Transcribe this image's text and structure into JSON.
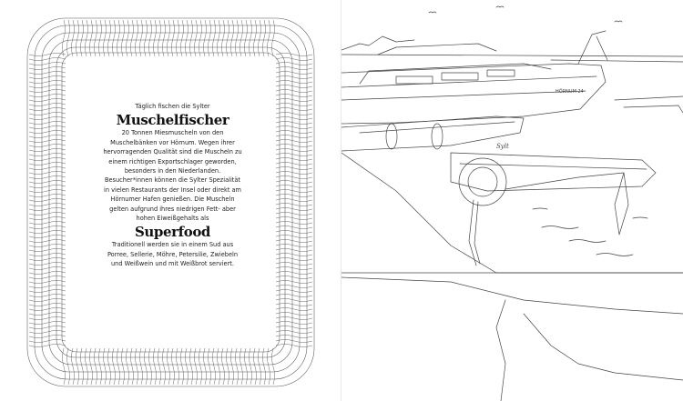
{
  "left_page": {
    "intro": "Täglich fischen die Sylter",
    "heading": "Muschelfischer",
    "paragraph_1": "20 Tonnen Miesmuscheln von den Muschelbänken vor Hörnum. Wegen ihrer hervorragenden Qualität sind die Muscheln zu einem richtigen Exportschlager geworden, besonders in den Niederlanden. Besucher*innen können die Sylter Spezialität in vielen Restaurants der Insel oder direkt am Hörnumer Hafen genießen. Die Muscheln gelten aufgrund ihres niedrigen Fett- aber hohen Eiweißgehalts als",
    "sub_heading": "Superfood",
    "paragraph_2": "Traditionell werden sie in einem Sud aus Porree, Sellerie, Möhre, Petersilie, Zwiebeln und Weißwein und mit Weißbrot serviert.",
    "frame_icon": "rope-frame-icon"
  },
  "right_page": {
    "boat_name_1": "HÖRNUM 24",
    "boat_name_2": "Sylt",
    "illustration_icon": "harbor-boats-illustration-icon"
  }
}
